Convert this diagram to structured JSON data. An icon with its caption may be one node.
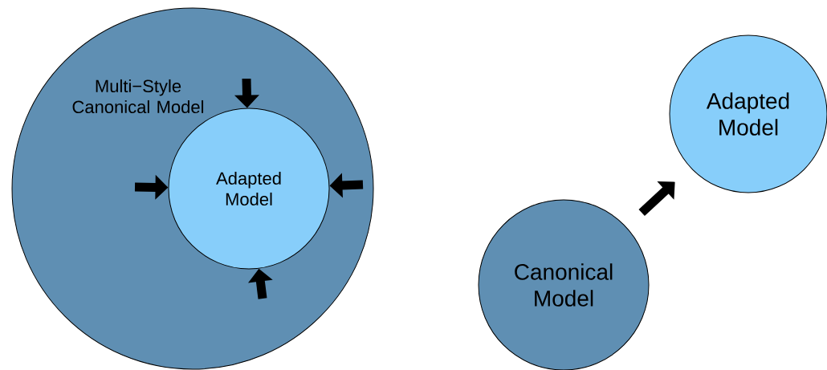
{
  "diagram": {
    "nodes": [
      {
        "text": [
          "Multi−Style Canonical Model"
        ]
      },
      {
        "text": [
          "Adapted Model"
        ],
        "in": 0
      },
      {
        "text": [
          "Canonical Model"
        ]
      },
      {
        "text": [
          "Adapted Model"
        ]
      }
    ],
    "edges": [
      {
        "from": null,
        "to": 1,
        "arrow": "to"
      },
      {
        "from": null,
        "to": 1,
        "arrow": "to"
      },
      {
        "from": null,
        "to": 1,
        "arrow": "to"
      },
      {
        "from": null,
        "to": 1,
        "arrow": "to"
      },
      {
        "from": 2,
        "to": 3,
        "arrow": "to"
      }
    ]
  }
}
